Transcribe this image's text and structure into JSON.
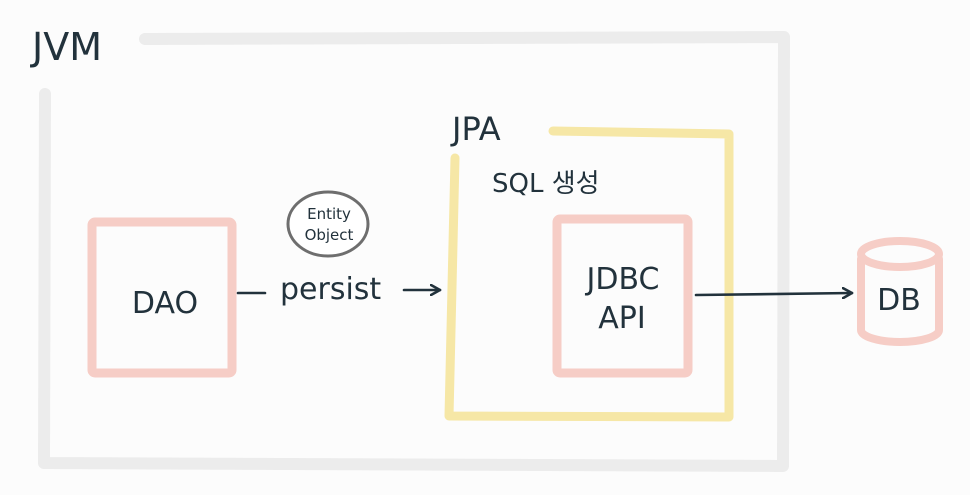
{
  "diagram": {
    "jvm_label": "JVM",
    "jpa_label": "JPA",
    "sql_label": "SQL 생성",
    "dao_label": "DAO",
    "entity_line1": "Entity",
    "entity_line2": "Object",
    "persist_label": "persist",
    "jdbc_line1": "JDBC",
    "jdbc_line2": "API",
    "db_label": "DB"
  },
  "colors": {
    "jvm_border": "#ececec",
    "jpa_border": "#f6e7a6",
    "box_border": "#f6cdc6",
    "ink": "#22323c",
    "entity_circle": "#6e6e6e"
  }
}
